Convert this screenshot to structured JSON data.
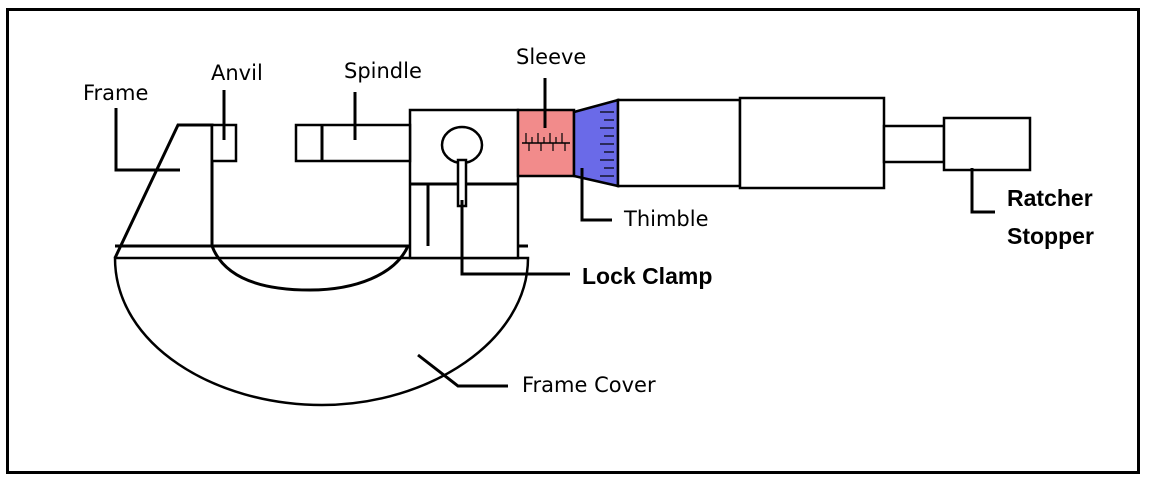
{
  "labels": {
    "frame": "Frame",
    "anvil": "Anvil",
    "spindle": "Spindle",
    "sleeve": "Sleeve",
    "thimble": "Thimble",
    "ratchet_line1": "Ratcher",
    "ratchet_line2": "Stopper",
    "lock_clamp": "Lock Clamp",
    "frame_cover": "Frame Cover"
  },
  "colors": {
    "sleeve": "#f28b8b",
    "thimble": "#6a6ae8",
    "line": "#000000"
  },
  "icons": [
    "micrometer-diagram"
  ]
}
